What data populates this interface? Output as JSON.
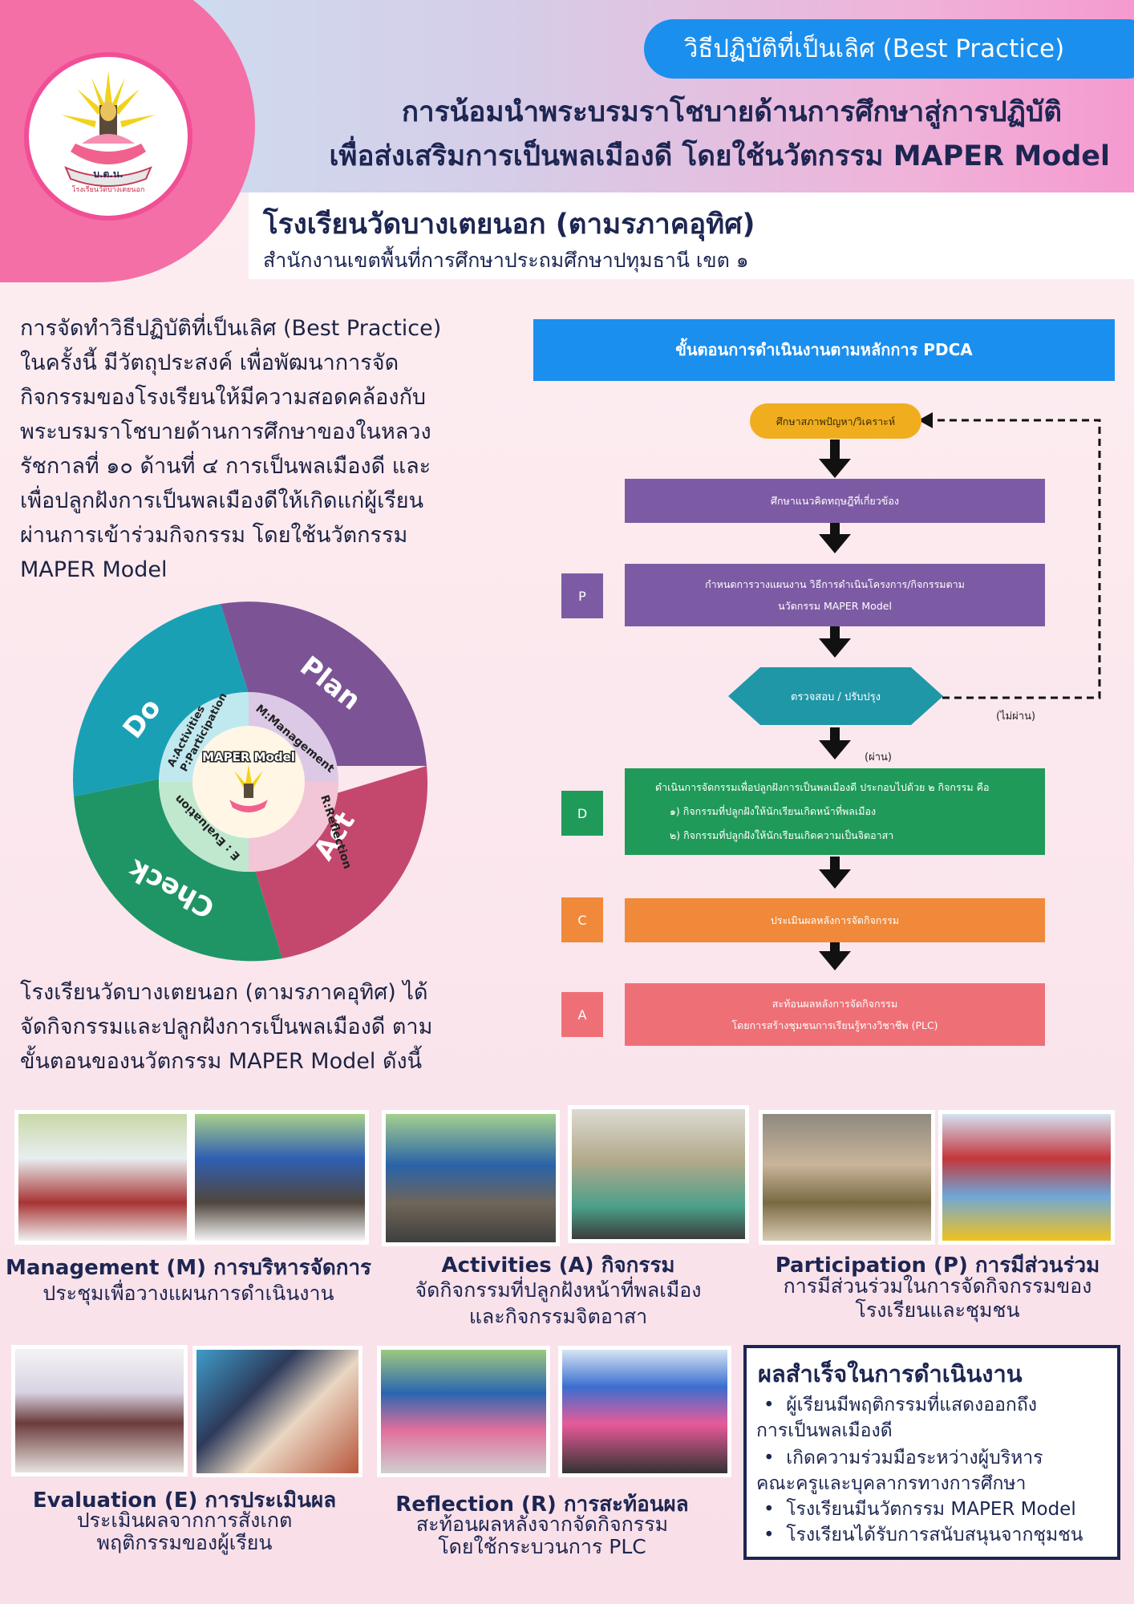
{
  "header": {
    "badge": "วิธีปฏิบัติที่เป็นเลิศ (Best Practice)",
    "title_line1": "การน้อมนำพระบรมราโชบายด้านการศึกษาสู่การปฏิบัติ",
    "title_line2": "เพื่อส่งเสริมการเป็นพลเมืองดี โดยใช้นวัตกรรม MAPER Model",
    "school_name": "โรงเรียนวัดบางเตยนอก (ตามรภาคอุทิศ)",
    "school_office": "สำนักงานเขตพื้นที่การศึกษาประถมศึกษาปทุมธานี เขต ๑",
    "logo_text_top": "บ.ต.น.",
    "logo_text_bottom": "โรงเรียนวัดบางเตยนอก"
  },
  "intro_lines": [
    "การจัดทำวิธีปฏิบัติที่เป็นเลิศ (Best Practice)",
    "ในครั้งนี้ มีวัตถุประสงค์ เพื่อพัฒนาการจัด",
    "กิจกรรมของโรงเรียนให้มีความสอดคล้องกับ",
    "พระบรมราโชบายด้านการศึกษาของในหลวง",
    "รัชกาลที่ ๑๐ ด้านที่ ๔ การเป็นพลเมืองดี และ",
    "เพื่อปลูกฝังการเป็นพลเมืองดีให้เกิดแก่ผู้เรียน",
    "ผ่านการเข้าร่วมกิจกรรม โดยใช้นวัตกรรม",
    "MAPER Model"
  ],
  "cycle": {
    "plan": "Plan",
    "act": "Act",
    "check": "Check",
    "do": "Do",
    "m": "M:Management",
    "r": "R:Reflection",
    "e": "E : Evaluation",
    "ap1": "A:Activities",
    "ap2": "P:Participation",
    "center": "MAPER Model",
    "colors": {
      "plan": "#7c5496",
      "act": "#c4486e",
      "check": "#1f9566",
      "do": "#1aa0b5"
    }
  },
  "outro_lines": [
    "โรงเรียนวัดบางเตยนอก (ตามรภาคอุทิศ) ได้",
    "จัดกิจกรรมและปลูกฝังการเป็นพลเมืองดี ตาม",
    "ขั้นตอนของนวัตกรรม MAPER Model ดังนี้"
  ],
  "flow": {
    "header": "ขั้นตอนการดำเนินงานตามหลักการ PDCA",
    "step_study": "ศึกษาสภาพปัญหา/วิเคราะห์",
    "step_theory": "ศึกษาแนวคิดทฤษฎีที่เกี่ยวข้อง",
    "step_plan_1": "กำหนดการวางแผนงาน วิธีการดำเนินโครงการ/กิจกรรมตาม",
    "step_plan_2": "นวัตกรรม MAPER Model",
    "step_check": "ตรวจสอบ / ปรับปรุง",
    "fail": "(ไม่ผ่าน)",
    "pass": "(ผ่าน)",
    "step_do_1": "ดำเนินการจัดกรรมเพื่อปลูกฝังการเป็นพลเมืองดี ประกอบไปด้วย ๒ กิจกรรม คือ",
    "step_do_2": "๑) กิจกรรมที่ปลูกฝังให้นักเรียนเกิดหน้าที่พลเมือง",
    "step_do_3": "๒) กิจกรรมที่ปลูกฝังให้นักเรียนเกิดความเป็นจิตอาสา",
    "step_c": "ประเมินผลหลังการจัดกิจกรรม",
    "step_a_1": "สะท้อนผลหลังการจัดกิจกรรม",
    "step_a_2": "โดยการสร้างชุมชนการเรียนรู้ทางวิชาชีพ (PLC)",
    "tag_p": "P",
    "tag_d": "D",
    "tag_c": "C",
    "tag_a": "A",
    "colors": {
      "purple": "#7d5ba4",
      "teal": "#1f97a7",
      "green": "#1f9a59",
      "orange": "#f0893a",
      "pink": "#ee7076",
      "gold": "#f0ae1f"
    }
  },
  "sections": {
    "management_title": "Management (M) การบริหารจัดการ",
    "management_sub": "ประชุมเพื่อวางแผนการดำเนินงาน",
    "activities_title": "Activities (A) กิจกรรม",
    "activities_sub1": "จัดกิจกรรมที่ปลูกฝังหน้าที่พลเมือง",
    "activities_sub2": "และกิจกรรมจิตอาสา",
    "participation_title": "Participation (P) การมีส่วนร่วม",
    "participation_sub1": "การมีส่วนร่วมในการจัดกิจกรรมของ",
    "participation_sub2": "โรงเรียนและชุมชน",
    "evaluation_title": "Evaluation (E) การประเมินผล",
    "evaluation_sub1": "ประเมินผลจากการสังเกต",
    "evaluation_sub2": "พฤติกรรมของผู้เรียน",
    "reflection_title": "Reflection (R) การสะท้อนผล",
    "reflection_sub1": "สะท้อนผลหลังจากจัดกิจกรรม",
    "reflection_sub2": "โดยใช้กระบวนการ PLC"
  },
  "results": {
    "title": "ผลสำเร็จในการดำเนินงาน",
    "l1": "ผู้เรียนมีพฤติกรรมที่แสดงออกถึง",
    "l2": "การเป็นพลเมืองดี",
    "l3": "เกิดความร่วมมือระหว่างผู้บริหาร",
    "l4": "คณะครูและบุคลากรทางการศึกษา",
    "l5": "โรงเรียนมีนวัตกรรม MAPER Model",
    "l6": "โรงเรียนได้รับการสนับสนุนจากชุมชน"
  }
}
